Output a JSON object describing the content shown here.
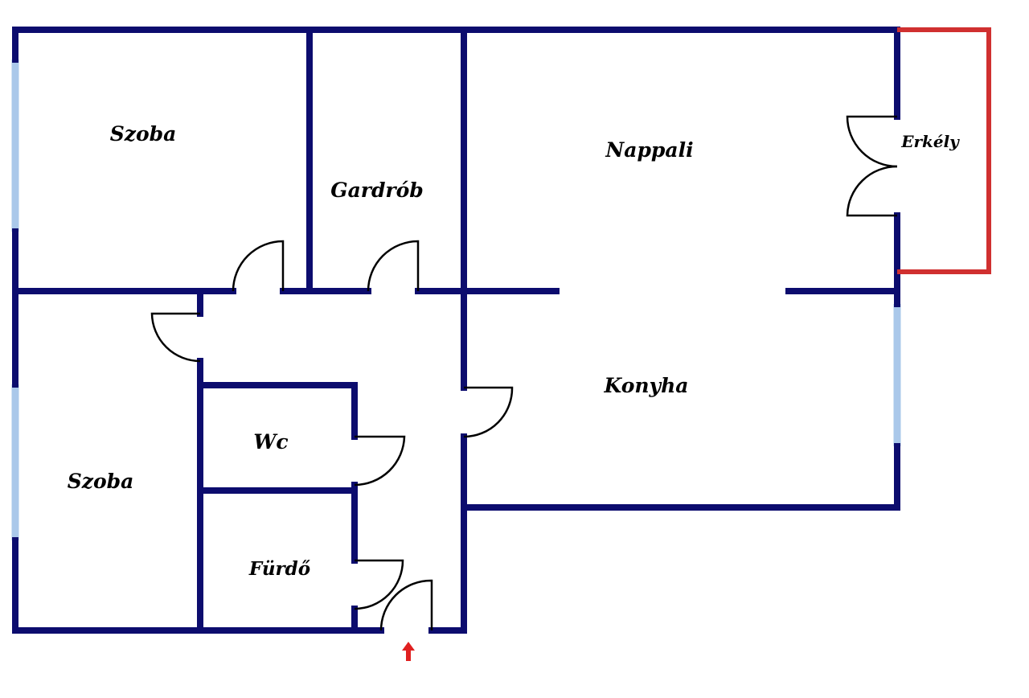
{
  "rooms": {
    "szoba_top": "Szoba",
    "gardrob": "Gardrób",
    "nappali": "Nappali",
    "erkely": "Erkély",
    "konyha": "Konyha",
    "wc": "Wc",
    "szoba_bottom": "Szoba",
    "furdo": "Fürdő"
  },
  "colors": {
    "wall": "#0c0c6e",
    "window": "#aac8ea",
    "balcony": "#d03030",
    "entrance_arrow": "#e02020",
    "background": "#ffffff"
  },
  "icons": {
    "entrance": "entrance-arrow-icon"
  }
}
